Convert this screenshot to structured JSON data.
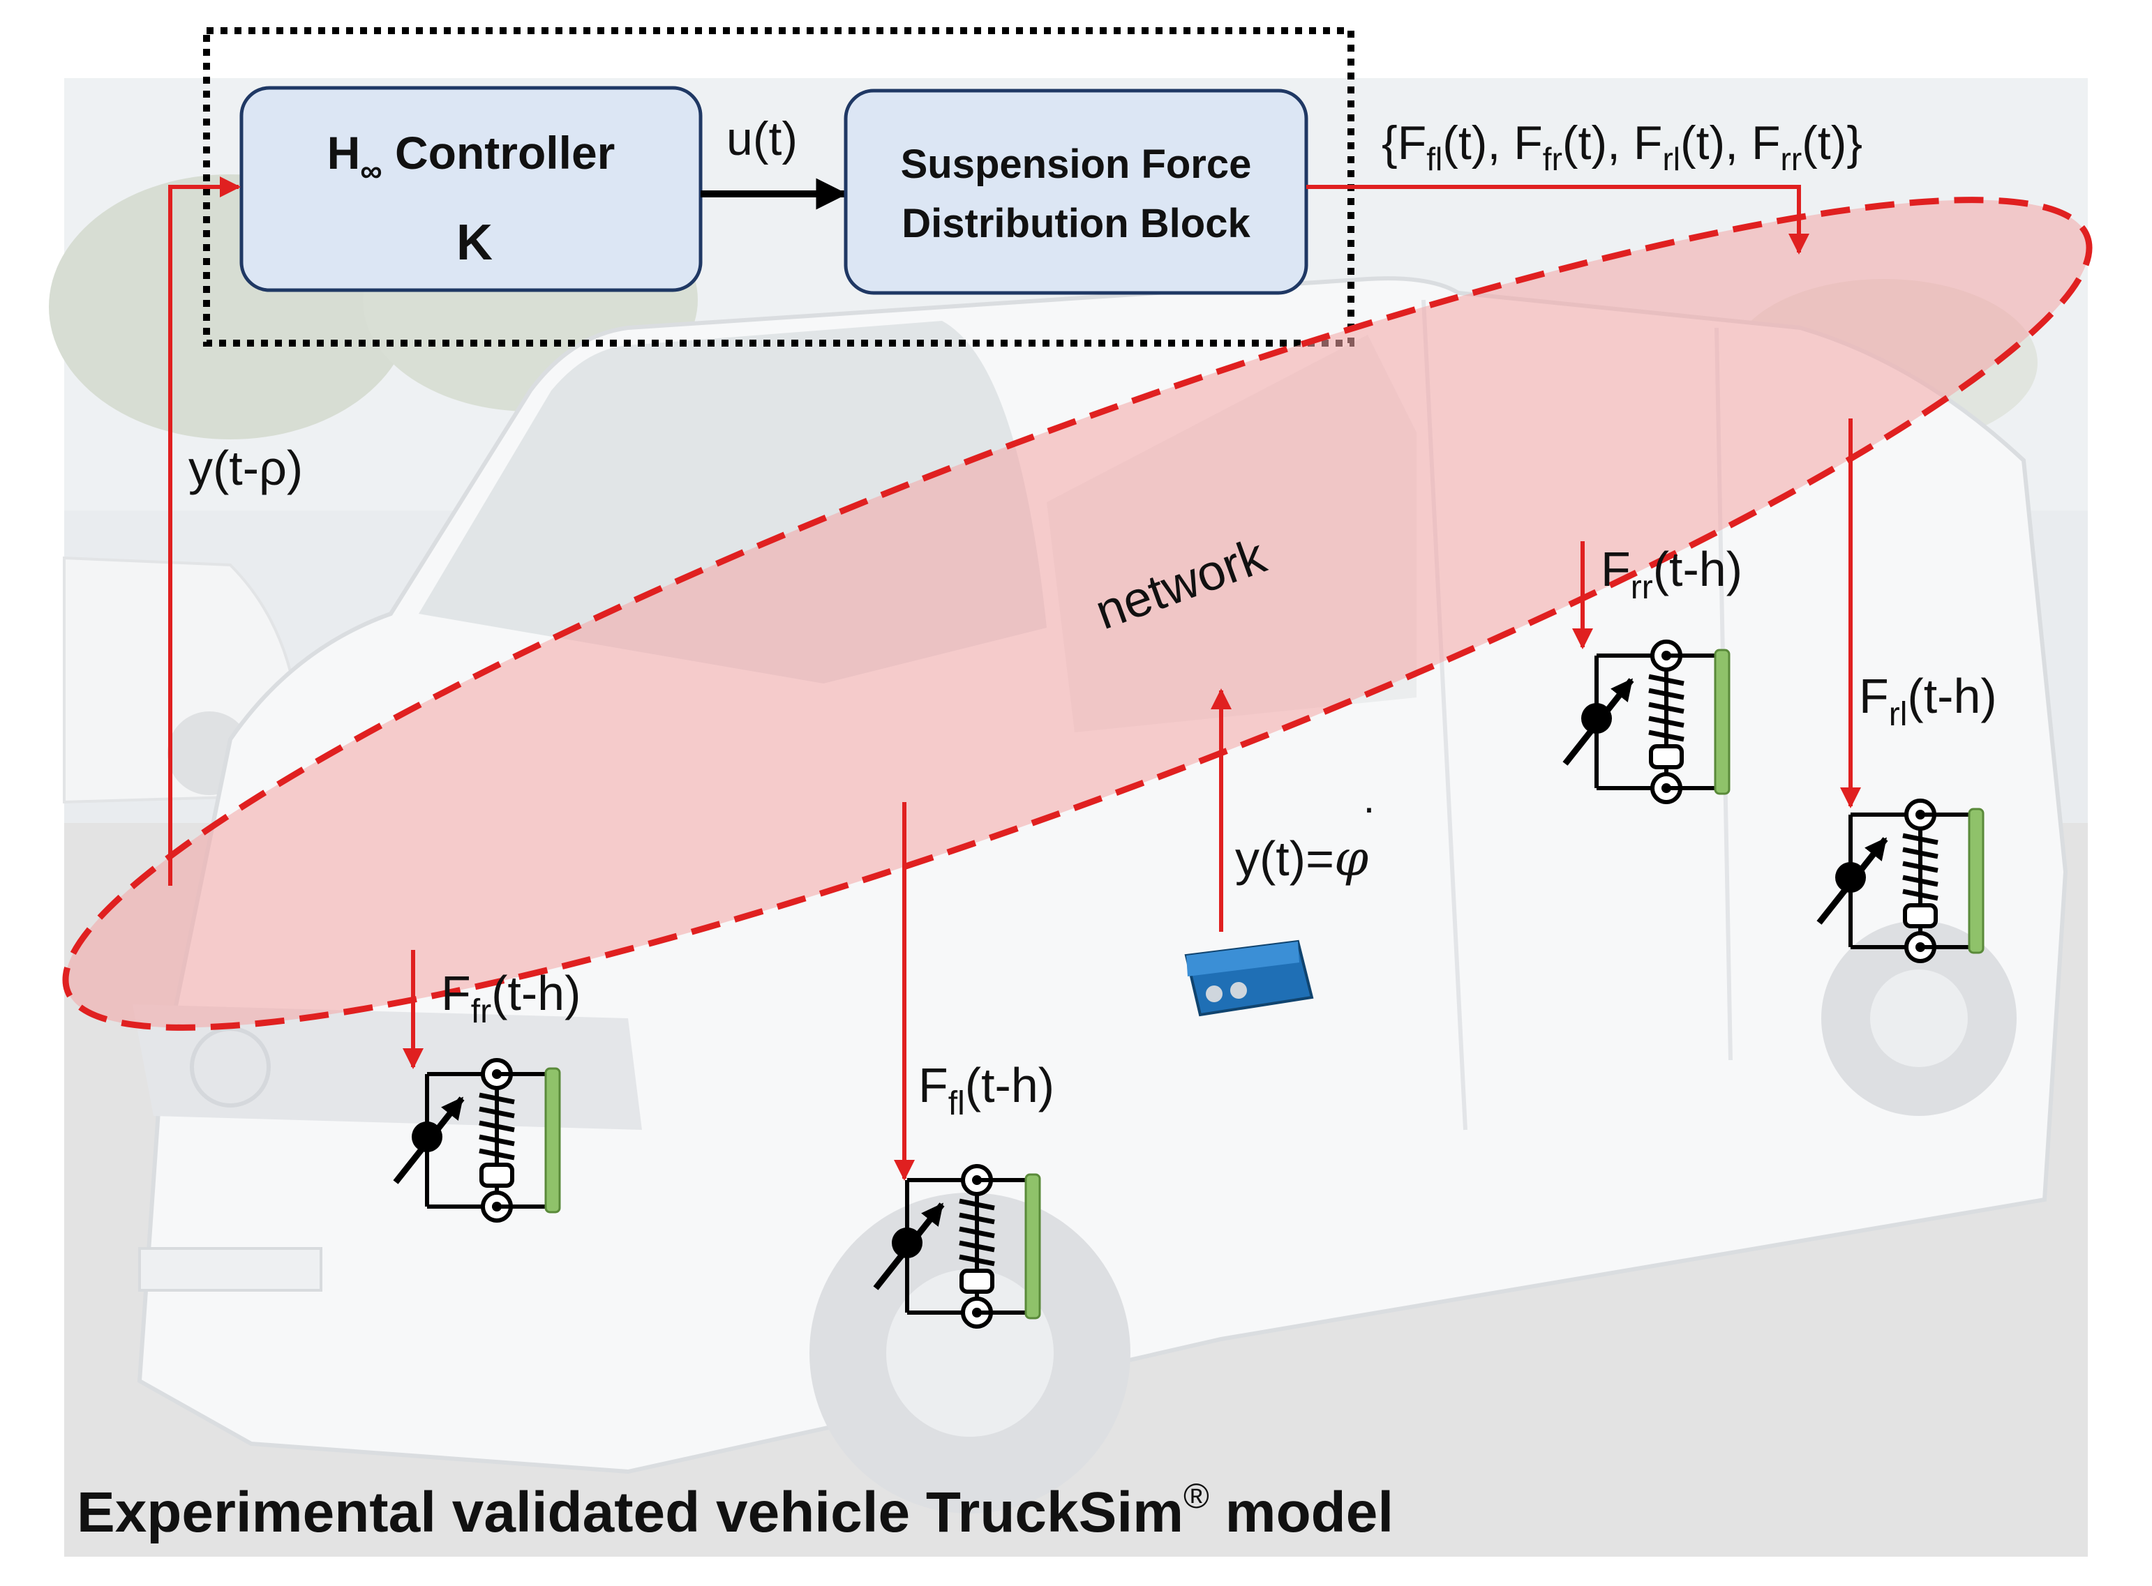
{
  "colors": {
    "signal_arrow": "#e02020",
    "network_fill": "#f4a6a6",
    "block_fill": "#dce6f4",
    "block_stroke": "#1f3864",
    "damper_green": "#8fc26a"
  },
  "controller": {
    "title_main": "H",
    "title_sub": "∞",
    "title_rest": " Controller",
    "gain": "K"
  },
  "control_signal": "u(t)",
  "distribution_block": {
    "line1": "Suspension Force",
    "line2": "Distribution Block"
  },
  "force_vector": {
    "open": "{",
    "close": "}",
    "sep": ", ",
    "items": [
      {
        "base": "F",
        "sub": "fl",
        "arg": "(t)"
      },
      {
        "base": "F",
        "sub": "fr",
        "arg": "(t)"
      },
      {
        "base": "F",
        "sub": "rl",
        "arg": "(t)"
      },
      {
        "base": "F",
        "sub": "rr",
        "arg": "(t)"
      }
    ]
  },
  "feedback_signal": "y(t-ρ)",
  "network_label": "network",
  "measurement": {
    "text": "y(t)=",
    "symbol": "φ",
    "dot": "·"
  },
  "actuators": {
    "fr": {
      "base": "F",
      "sub": "fr",
      "arg": "(t-h)"
    },
    "fl": {
      "base": "F",
      "sub": "fl",
      "arg": "(t-h)"
    },
    "rr": {
      "base": "F",
      "sub": "rr",
      "arg": "(t-h)"
    },
    "rl": {
      "base": "F",
      "sub": "rl",
      "arg": "(t-h)"
    }
  },
  "footer": {
    "text": "Experimental validated vehicle TruckSim",
    "reg": "®",
    "rest": " model"
  },
  "icons": {
    "vehicle": "van-photo-icon",
    "sensor": "imu-sensor-icon",
    "actuator": "active-suspension-icon"
  }
}
